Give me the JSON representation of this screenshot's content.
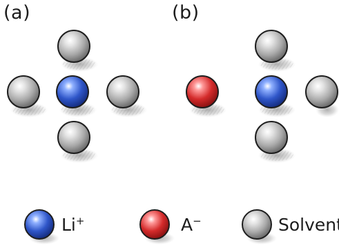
{
  "panels": {
    "a": {
      "label": "(a)"
    },
    "b": {
      "label": "(b)"
    }
  },
  "legend": {
    "li": {
      "text": "Li",
      "superscript": "+",
      "color_name": "blue"
    },
    "anion": {
      "text": "A",
      "superscript": "−",
      "color_name": "red"
    },
    "solvent": {
      "text": "Solvent",
      "color_name": "gray"
    }
  },
  "colors": {
    "li_ion": "#2f56c9",
    "anion": "#d42b2b",
    "solvent": "#a9a9a9",
    "outline": "#1e1e1e",
    "shadow": "#6f6f6f"
  }
}
